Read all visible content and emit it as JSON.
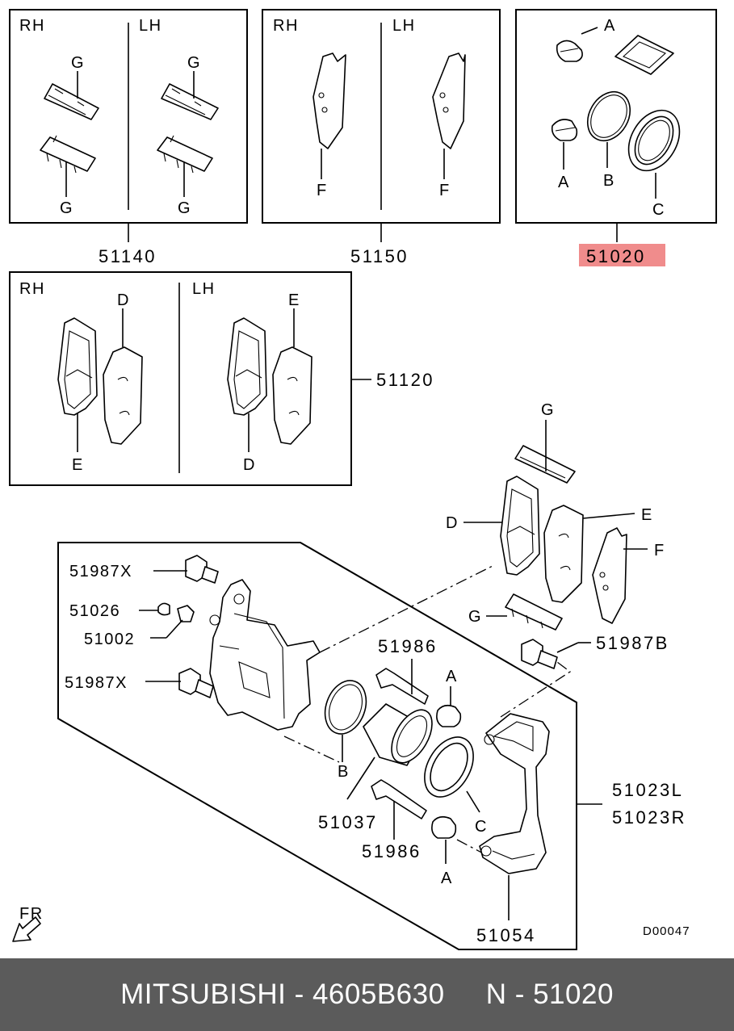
{
  "panels": {
    "p51140": {
      "rh": "RH",
      "lh": "LH",
      "labels": [
        "G",
        "G",
        "G",
        "G"
      ],
      "part_number": "51140"
    },
    "p51150": {
      "rh": "RH",
      "lh": "LH",
      "labels": [
        "F",
        "F"
      ],
      "part_number": "51150"
    },
    "p51020": {
      "labels": [
        "A",
        "A",
        "B",
        "C"
      ],
      "part_number": "51020",
      "highlight_color": "#f08c8c"
    },
    "p51120": {
      "rh": "RH",
      "lh": "LH",
      "labels": [
        "D",
        "E",
        "E",
        "D"
      ],
      "part_number": "51120"
    }
  },
  "assembly": {
    "pads_labels": {
      "g_top": "G",
      "d": "D",
      "e": "E",
      "f": "F",
      "g_bottom": "G"
    },
    "parts": {
      "p51987x_top": "51987X",
      "p51026": "51026",
      "p51002": "51002",
      "p51987x_bottom": "51987X",
      "p51986_top": "51986",
      "a_top": "A",
      "b": "B",
      "p51037": "51037",
      "c": "C",
      "p51986_bottom": "51986",
      "a_bottom": "A",
      "p51054": "51054",
      "p51987b": "51987B",
      "p51023l": "51023L",
      "p51023r": "51023R"
    }
  },
  "direction_label": "FR",
  "diagram_code": "D00047",
  "footer": {
    "brand": "MITSUBISHI",
    "sep1": " - ",
    "part_number": "4605B630",
    "gap": "     ",
    "prefix": "N",
    "sep2": " - ",
    "ref": "51020"
  }
}
